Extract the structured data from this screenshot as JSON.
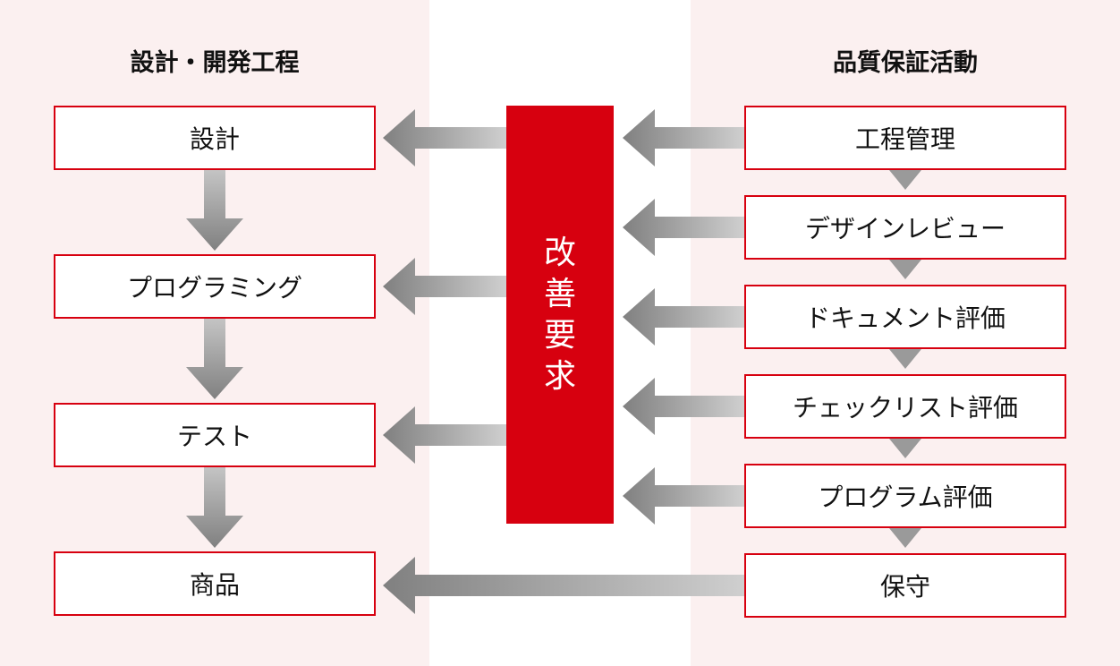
{
  "left": {
    "heading": "設計・開発工程",
    "steps": [
      "設計",
      "プログラミング",
      "テスト",
      "商品"
    ]
  },
  "center": {
    "label_chars": [
      "改",
      "善",
      "要",
      "求"
    ]
  },
  "right": {
    "heading": "品質保証活動",
    "steps": [
      "工程管理",
      "デザインレビュー",
      "ドキュメント評価",
      "チェックリスト評価",
      "プログラム評価",
      "保守"
    ]
  },
  "colors": {
    "accent": "#d7000f",
    "panel": "#fbf0f0",
    "arrow_dark": "#808080",
    "arrow_light": "#cccccc"
  }
}
